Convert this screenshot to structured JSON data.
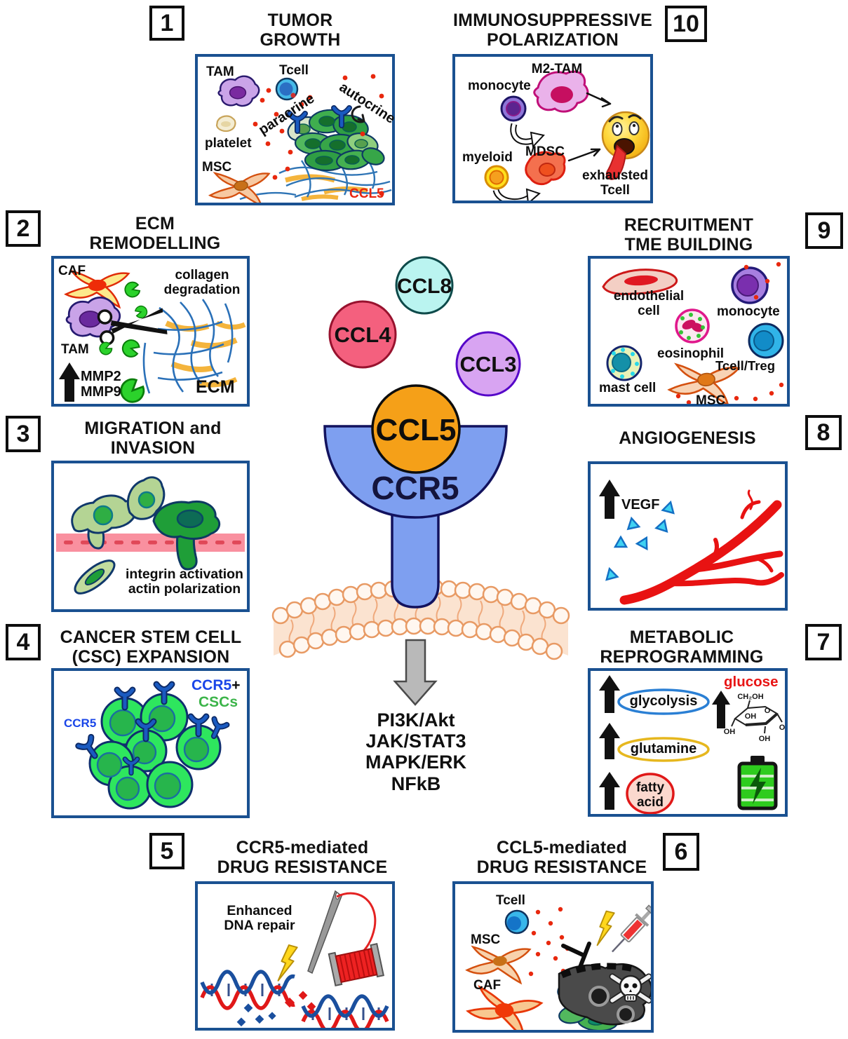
{
  "colors": {
    "panel_border": "#1a5191",
    "ccl5_fill": "#f5a018",
    "ccr5_fill": "#7e9ff0",
    "ccl4_fill": "#f4607e",
    "ccl8_fill": "#baf4f0",
    "ccl3_fill": "#d8a4f2",
    "dot_red": "#e8280e"
  },
  "center": {
    "ccl8": "CCL8",
    "ccl4": "CCL4",
    "ccl3": "CCL3",
    "ccl5": "CCL5",
    "ccr5": "CCR5",
    "signaling": "PI3K/Akt\nJAK/STAT3\nMAPK/ERK\nNFkB"
  },
  "panel1": {
    "number": "1",
    "title": "TUMOR\nGROWTH",
    "labels": {
      "tam": "TAM",
      "tcell": "Tcell",
      "paracrine": "paracrine",
      "autocrine": "autocrine",
      "platelet": "platelet",
      "msc": "MSC",
      "ccl5": "CCL5"
    }
  },
  "panel2": {
    "number": "2",
    "title": "ECM\nREMODELLING",
    "labels": {
      "caf": "CAF",
      "collagen": "collagen\ndegradation",
      "tam": "TAM",
      "mmp": "MMP2\nMMP9",
      "ecm": "ECM"
    }
  },
  "panel3": {
    "number": "3",
    "title": "MIGRATION and\nINVASION",
    "labels": {
      "caption": "integrin activation\nactin polarization"
    }
  },
  "panel4": {
    "number": "4",
    "title": "CANCER STEM CELL\n(CSC) EXPANSION",
    "labels": {
      "ccr5_pos": "CCR5",
      "plus": "+",
      "cscs": "CSCs",
      "ccr5": "CCR5"
    }
  },
  "panel5": {
    "number": "5",
    "title": "CCR5-mediated\nDRUG RESISTANCE",
    "labels": {
      "caption": "Enhanced\nDNA repair"
    }
  },
  "panel6": {
    "number": "6",
    "title": "CCL5-mediated\nDRUG RESISTANCE",
    "labels": {
      "tcell": "Tcell",
      "msc": "MSC",
      "caf": "CAF"
    }
  },
  "panel7": {
    "number": "7",
    "title": "METABOLIC\nREPROGRAMMING",
    "labels": {
      "glycolysis": "glycolysis",
      "glutamine": "glutamine",
      "fatty_acid": "fatty\nacid",
      "glucose": "glucose"
    },
    "structure": {
      "ch2oh": "CH₂OH",
      "o": "O",
      "oh1": "OH",
      "oh2": "OH",
      "oh3": "OH",
      "oh4": "OH"
    }
  },
  "panel8": {
    "number": "8",
    "title": "ANGIOGENESIS",
    "labels": {
      "vegf": "VEGF"
    }
  },
  "panel9": {
    "number": "9",
    "title": "RECRUITMENT\nTME BUILDING",
    "labels": {
      "endothelial": "endothelial\ncell",
      "monocyte": "monocyte",
      "eosinophil": "eosinophil",
      "tcell_treg": "Tcell/Treg",
      "mast": "mast cell",
      "msc": "MSC"
    }
  },
  "panel10": {
    "number": "10",
    "title": "IMMUNOSUPPRESSIVE\nPOLARIZATION",
    "labels": {
      "m2tam": "M2-TAM",
      "monocyte": "monocyte",
      "myeloid": "myeloid",
      "mdsc": "MDSC",
      "exhausted": "exhausted\nTcell"
    }
  }
}
